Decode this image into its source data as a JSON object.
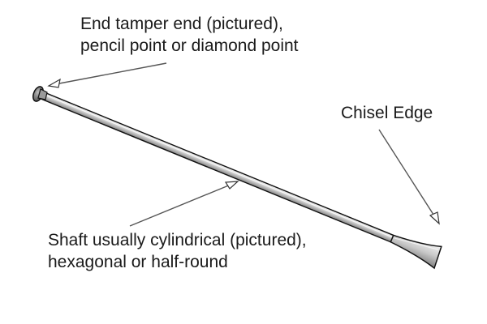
{
  "labels": {
    "end_tamper": {
      "line1": "End tamper end (pictured),",
      "line2": "pencil point or diamond point"
    },
    "chisel_edge": "Chisel Edge",
    "shaft": {
      "line1": "Shaft usually cylindrical (pictured),",
      "line2": "hexagonal or half-round"
    }
  },
  "colors": {
    "outline": "#111111",
    "shaft_fill": "#d8d8d8",
    "shaft_highlight": "#f4f4f4",
    "shaft_shadow": "#8a8a8a",
    "arrow": "#555555"
  }
}
